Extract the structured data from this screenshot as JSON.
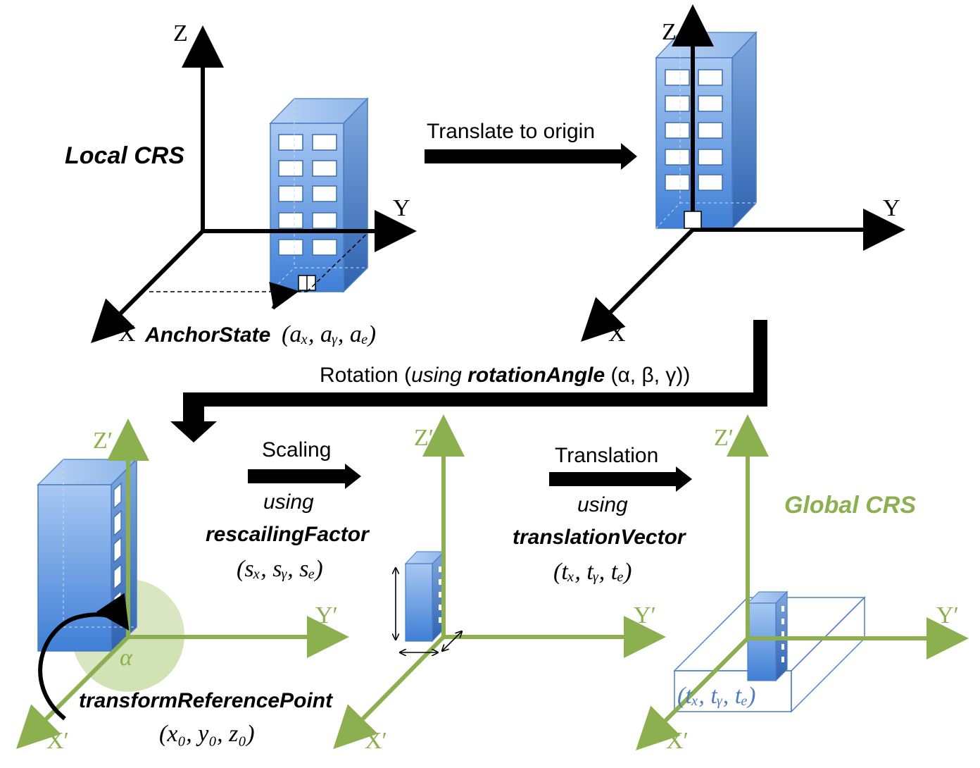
{
  "top_left": {
    "title": "Local CRS",
    "axis_z": "Z",
    "axis_y": "Y",
    "axis_x": "X",
    "anchor_name": "AnchorState",
    "anchor_args": "(a",
    "anchor_args_full": "(aₓ, aᵧ, aₑ)"
  },
  "step1": {
    "label": "Translate to origin"
  },
  "top_right": {
    "axis_z": "Z",
    "axis_y": "Y",
    "axis_x": "X"
  },
  "step2": {
    "label_prefix": "Rotation (",
    "label_using": "using ",
    "label_param": "rotationAngle",
    "label_args": " (α, β, γ))"
  },
  "bottom_left": {
    "axis_z": "Z′",
    "axis_y": "Y′",
    "axis_x": "X′",
    "alpha": "α",
    "ref_point_name": "transformReferencePoint",
    "ref_point_args": "(x₀, y₀, z₀)"
  },
  "step3": {
    "label": "Scaling",
    "using": "using",
    "param": "rescailingFactor",
    "args": "(sₓ, sᵧ, sₑ)"
  },
  "bottom_mid": {
    "axis_z": "Z′",
    "axis_y": "Y′",
    "axis_x": "X′"
  },
  "step4": {
    "label": "Translation",
    "using": "using",
    "param": "translationVector",
    "args": "(tₓ, tᵧ, tₑ)"
  },
  "bottom_right": {
    "title": "Global CRS",
    "axis_z": "Z′",
    "axis_y": "Y′",
    "axis_x": "X′",
    "box_label": "(tₓ, tᵧ, tₑ)"
  },
  "colors": {
    "axis_black": "#000000",
    "axis_green": "#8cb04f",
    "building_blue": "#4a86d8",
    "building_edge": "#3b6db0",
    "box_blue": "#4f7ec6"
  }
}
